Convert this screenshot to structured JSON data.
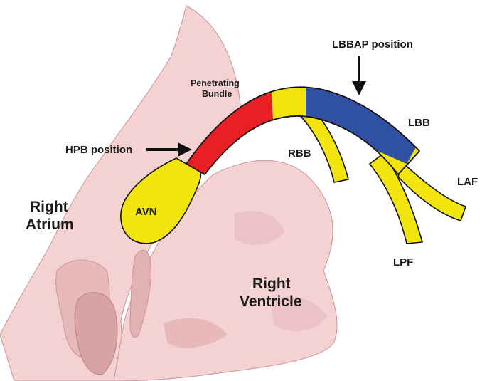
{
  "labels": {
    "right_atrium_1": "Right",
    "right_atrium_2": "Atrium",
    "right_ventricle_1": "Right",
    "right_ventricle_2": "Ventricle",
    "penetrating_1": "Penetrating",
    "penetrating_2": "Bundle",
    "hpb_position": "HPB position",
    "lbbap_position": "LBBAP position",
    "avn": "AVN",
    "rbb": "RBB",
    "lbb": "LBB",
    "laf": "LAF",
    "lpf": "LPF"
  },
  "colors": {
    "tissue": "#f4d2d1",
    "tissue_shadow": "#dba6a8",
    "tissue_edge": "#c99496",
    "yellow": "#f2e40f",
    "red": "#ea1f25",
    "blue": "#3050a2",
    "outline": "#111111"
  }
}
